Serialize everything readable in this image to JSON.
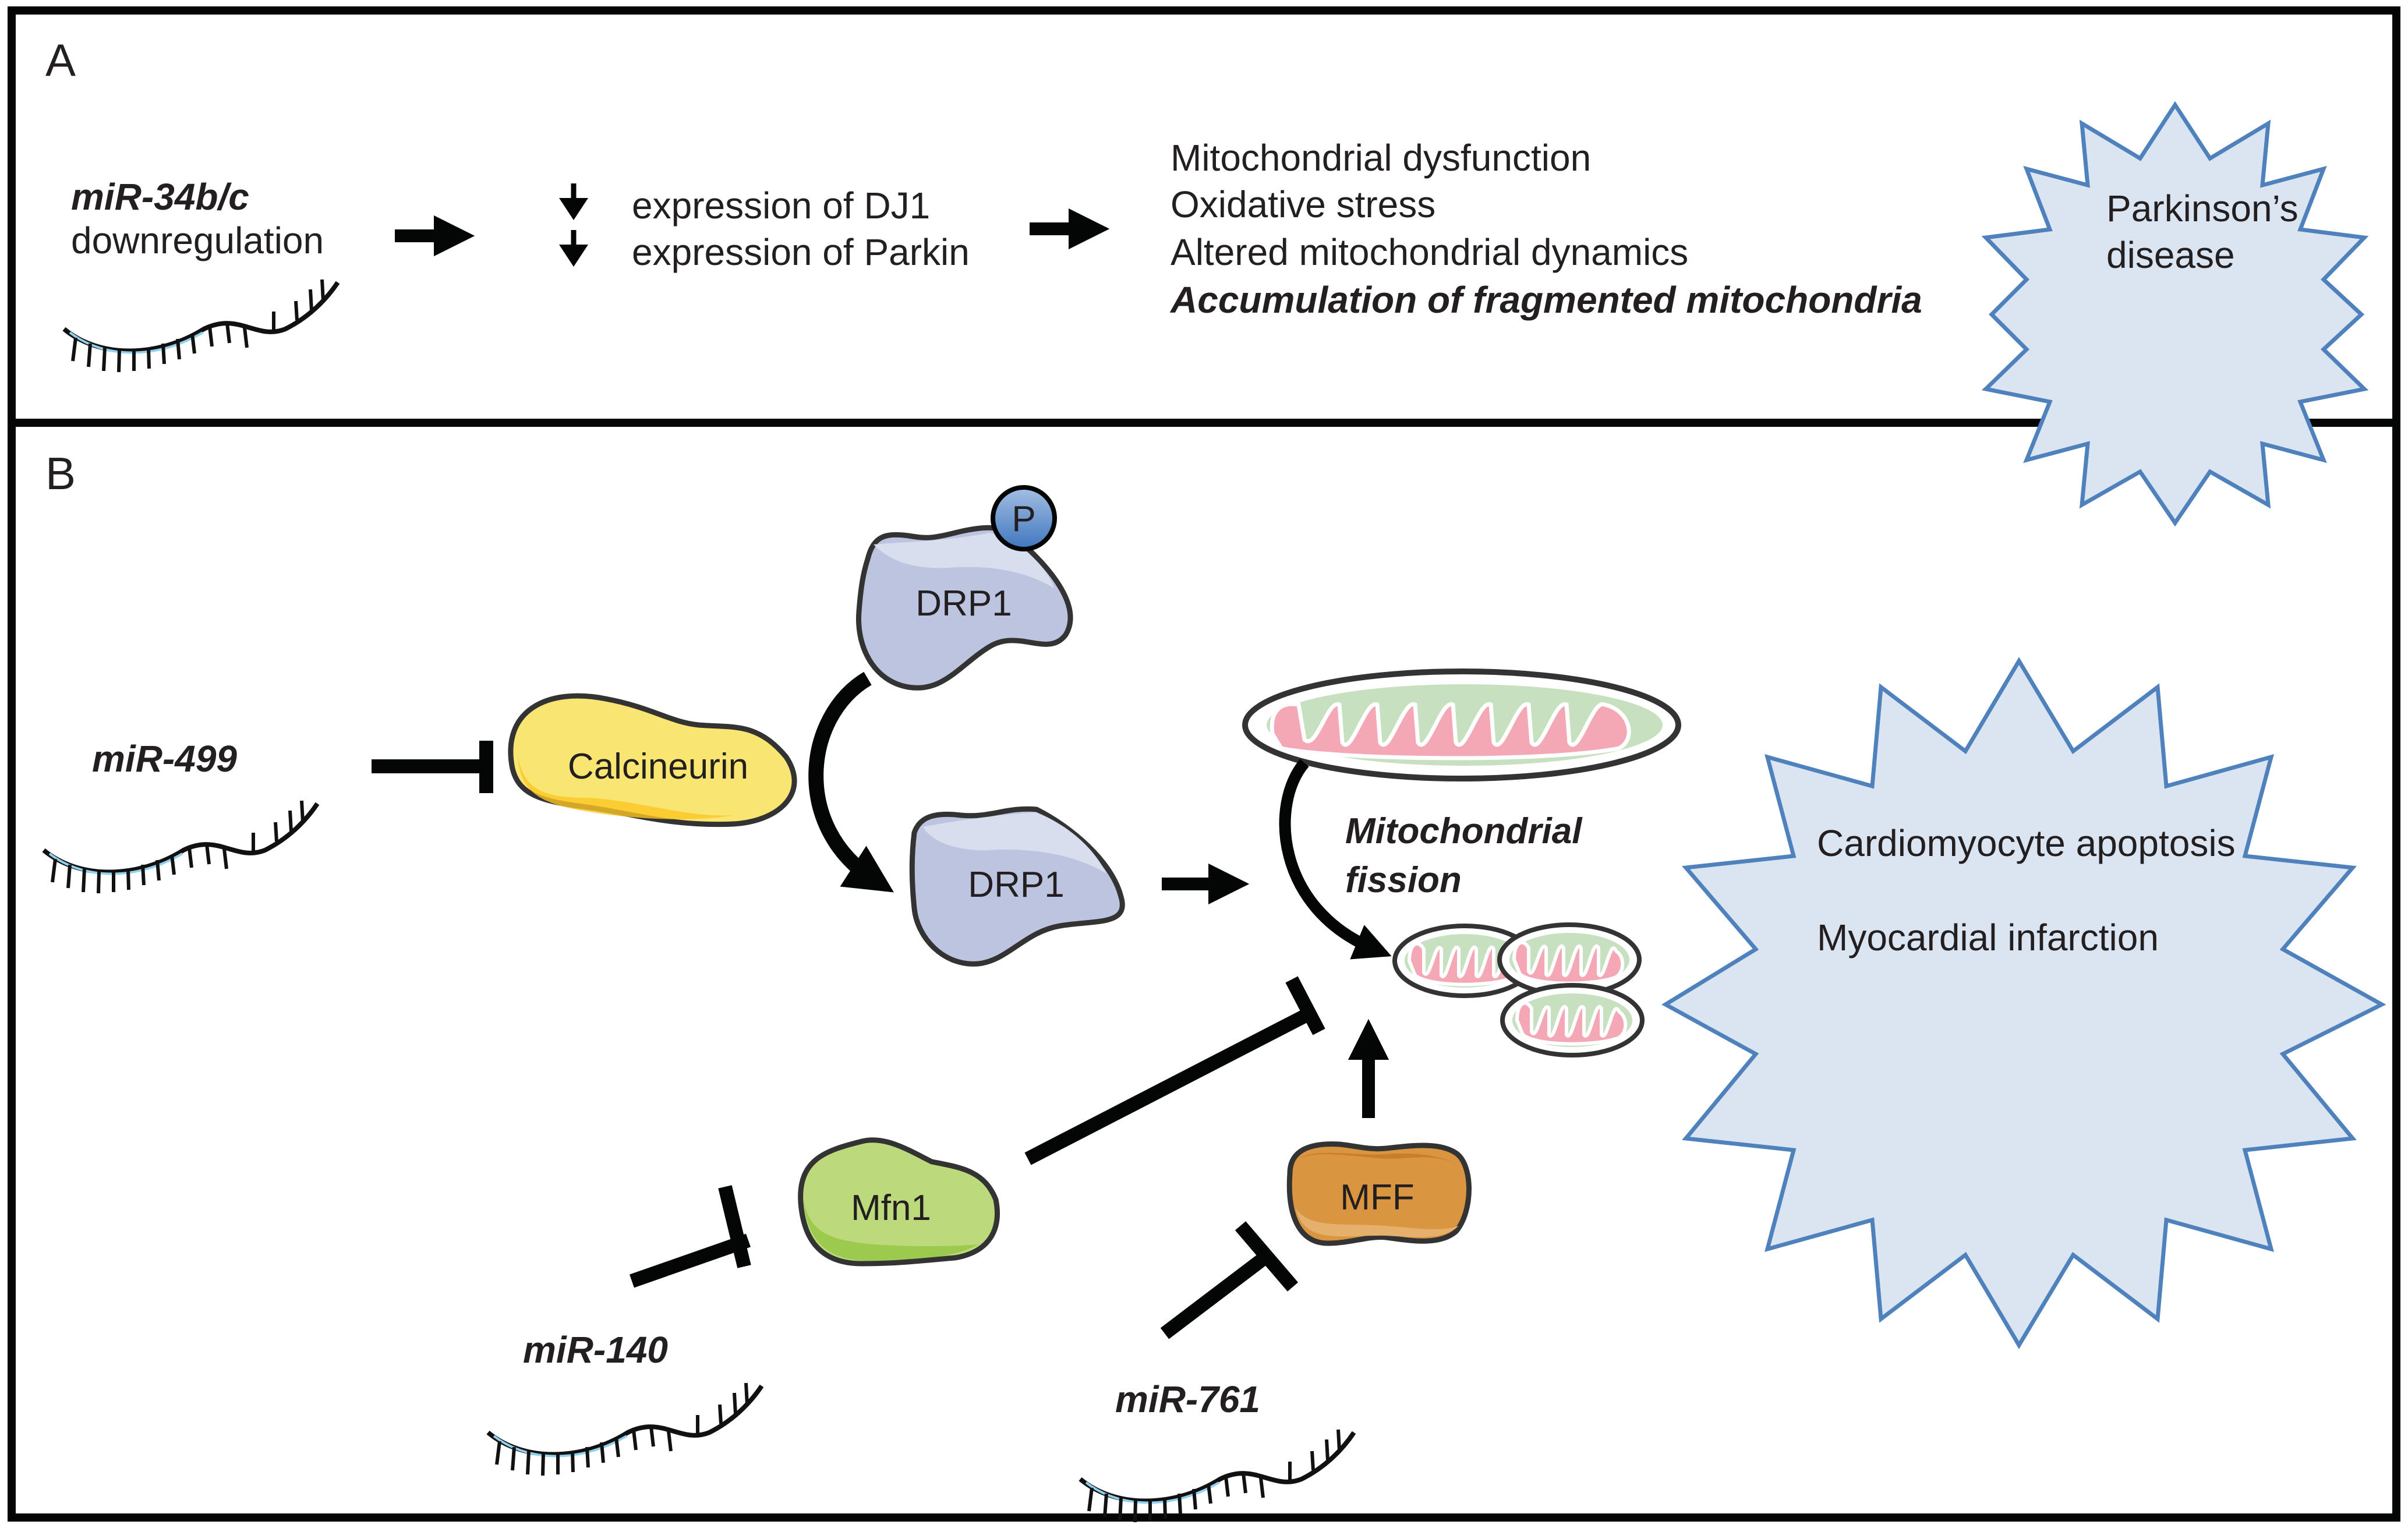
{
  "figure": {
    "panels": {
      "A": {
        "letter": "A",
        "mirna_name": "miR-34b/c",
        "mirna_status": "downregulation",
        "effects": [
          {
            "direction_icon": "down-arrow",
            "text": "expression of DJ1"
          },
          {
            "direction_icon": "down-arrow",
            "text": "expression of Parkin"
          }
        ],
        "consequences": [
          "Mitochondrial dysfunction",
          "Oxidative stress",
          "Altered mitochondrial dynamics",
          "Accumulation of fragmented mitochondria"
        ],
        "outcome": [
          "Parkinson’s",
          "disease"
        ]
      },
      "B": {
        "letter": "B",
        "mirnas": {
          "mir499": "miR-499",
          "mir140": "miR-140",
          "mir761": "miR-761"
        },
        "proteins": {
          "calcineurin": "Calcineurin",
          "drp1_phospho": "DRP1",
          "phospho_tag": "P",
          "drp1": "DRP1",
          "mfn1": "Mfn1",
          "mff": "MFF"
        },
        "process": [
          "Mitochondrial",
          "fission"
        ],
        "outcomes": [
          "Cardiomyocyte apoptosis",
          "Myocardial infarction"
        ]
      }
    },
    "colors": {
      "star_fill": "#dbe5f1",
      "star_stroke": "#4f81bd",
      "calcineurin": "#f9e571",
      "drp1": "#bcc4e0",
      "phospho": "#5b8ac9",
      "mfn1": "#bcd97c",
      "mff": "#d9953f",
      "mito_matrix": "#f4a7b5",
      "mito_intermembrane": "#c7e0c0"
    }
  }
}
